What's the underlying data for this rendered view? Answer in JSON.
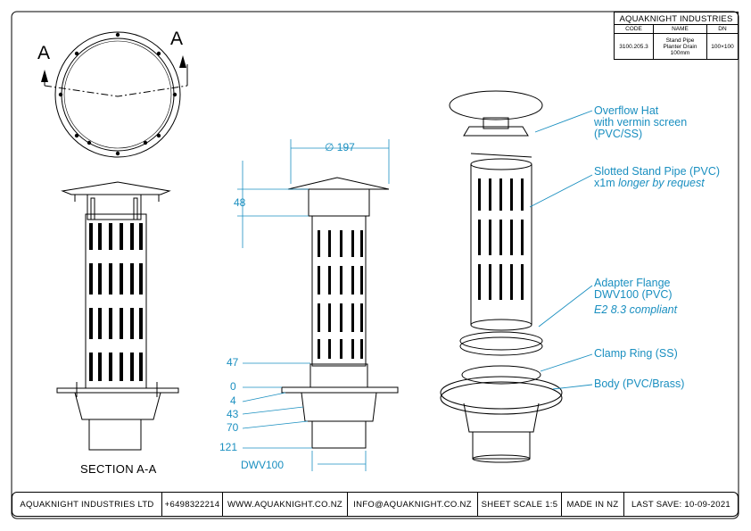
{
  "titleblock": {
    "company": "AQUAKNIGHT INDUSTRIES",
    "headers": {
      "code": "CODE",
      "name": "NAME",
      "dn": "DN"
    },
    "code": "3100.205.3",
    "name_lines": [
      "Stand Pipe",
      "Planter Drain",
      "100mm"
    ],
    "dn": "100×100"
  },
  "section_markers": {
    "left": "A",
    "right": "A"
  },
  "section_caption": "SECTION A-A",
  "dimensions": {
    "diameter": "∅ 197",
    "d48": "48",
    "d47": "47",
    "d0": "0",
    "d4": "4",
    "d43": "43",
    "d70": "70",
    "d121": "121",
    "dwv": "DWV100"
  },
  "callouts": {
    "overflow": [
      "Overflow Hat",
      "with vermin screen",
      "(PVC/SS)"
    ],
    "standpipe": [
      "Slotted Stand Pipe (PVC)",
      "x1m",
      "longer by request"
    ],
    "flange": [
      "Adapter Flange",
      "DWV100 (PVC)",
      "E2 8.3 compliant"
    ],
    "clamp": "Clamp Ring (SS)",
    "body": "Body (PVC/Brass)"
  },
  "footer": {
    "company": "AQUAKNIGHT INDUSTRIES LTD",
    "phone": "+6498322214",
    "web": "WWW.AQUAKNIGHT.CO.NZ",
    "email": "INFO@AQUAKNIGHT.CO.NZ",
    "scale": "SHEET SCALE 1:5",
    "made": "MADE IN NZ",
    "saved": "LAST SAVE: 10-09-2021"
  },
  "colors": {
    "accent": "#1a8fc0",
    "line": "#000000"
  }
}
